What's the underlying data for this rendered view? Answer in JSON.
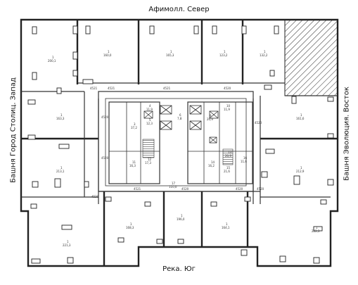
{
  "labels": {
    "north": "Афимолл. Север",
    "south": "Река. Юг",
    "west": "Башня Город Столиц. Запад",
    "east": "Башня Эволюция. Восток"
  },
  "rooms": [
    {
      "num": "1",
      "area": "200,1"
    },
    {
      "num": "1",
      "area": "160,0"
    },
    {
      "num": "1",
      "area": "165,3"
    },
    {
      "num": "1",
      "area": "123,2"
    },
    {
      "num": "1",
      "area": "132,2"
    },
    {
      "num": "1",
      "area": "163,3"
    },
    {
      "num": "1",
      "area": "213,1"
    },
    {
      "num": "1",
      "area": "161,6"
    },
    {
      "num": "1",
      "area": "212,9"
    },
    {
      "num": "1",
      "area": "221,3"
    },
    {
      "num": "1",
      "area": "168,3"
    },
    {
      "num": "1",
      "area": "196,0"
    },
    {
      "num": "1",
      "area": "164,1"
    },
    {
      "num": "1",
      "area": "222,3"
    }
  ],
  "core": [
    {
      "num": "3",
      "area": "37,2"
    },
    {
      "num": "4",
      "area": "11,9"
    },
    {
      "num": "5",
      "area": "12,3"
    },
    {
      "num": "6",
      "area": "7,8"
    },
    {
      "num": "9",
      "area": "20,9"
    },
    {
      "num": "10",
      "area": "11,9"
    },
    {
      "num": "11",
      "area": "16,3"
    },
    {
      "num": "12",
      "area": "17,3"
    },
    {
      "num": "13",
      "area": "20,9"
    },
    {
      "num": "14",
      "area": "16,2"
    },
    {
      "num": "15",
      "area": "21,6"
    },
    {
      "num": "16",
      "area": "11,6"
    },
    {
      "num": "17",
      "area": "110,0"
    }
  ],
  "dims": [
    "4521",
    "4521",
    "4520",
    "4520",
    "4520",
    "4520",
    "4521",
    "4520",
    "4520",
    "4520",
    "4520",
    "4521"
  ]
}
